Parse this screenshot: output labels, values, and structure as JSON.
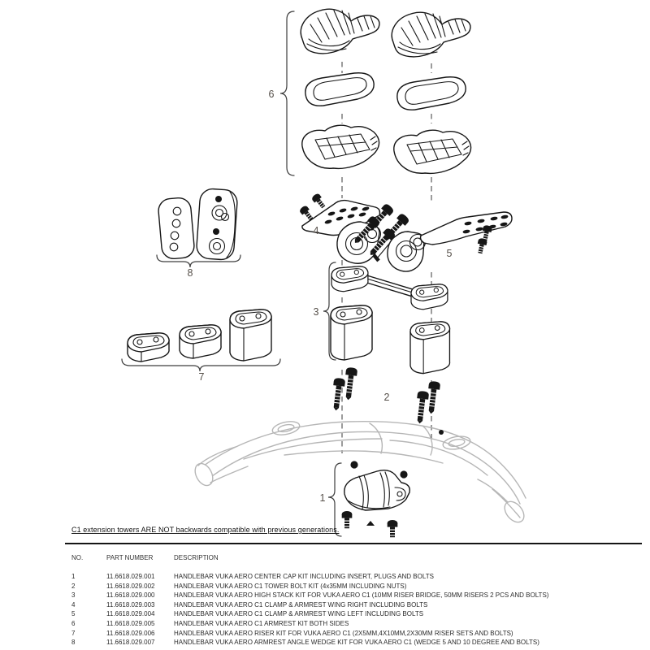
{
  "diagram": {
    "note": "C1 extension towers ARE NOT backwards compatible with previous generations.",
    "callouts": {
      "center_cap": "1",
      "tower_bolts": "2",
      "high_stack": "3",
      "clamp_wing_right": "4",
      "clamp_wing_left": "5",
      "armrest_kit": "6",
      "riser_kit": "7",
      "angle_wedge_kit": "8"
    }
  },
  "table": {
    "headers": {
      "no": "NO.",
      "part_number": "PART NUMBER",
      "description": "DESCRIPTION"
    },
    "rows": [
      {
        "no": "1",
        "part_number": "11.6618.029.001",
        "description": "HANDLEBAR VUKA AERO CENTER CAP KIT INCLUDING INSERT, PLUGS AND BOLTS"
      },
      {
        "no": "2",
        "part_number": "11.6618.029.002",
        "description": "HANDLEBAR VUKA AERO C1 TOWER BOLT KIT (4x35MM INCLUDING NUTS)"
      },
      {
        "no": "3",
        "part_number": "11.6618.029.000",
        "description": "HANDLEBAR VUKA AERO HIGH STACK KIT FOR VUKA AERO C1 (10MM RISER BRIDGE, 50MM RISERS 2 PCS AND BOLTS)"
      },
      {
        "no": "4",
        "part_number": "11.6618.029.003",
        "description": "HANDLEBAR VUKA AERO C1 CLAMP & ARMREST WING RIGHT INCLUDING BOLTS"
      },
      {
        "no": "5",
        "part_number": "11.6618.029.004",
        "description": "HANDLEBAR VUKA AERO C1 CLAMP & ARMREST WING LEFT INCLUDING BOLTS"
      },
      {
        "no": "6",
        "part_number": "11.6618.029.005",
        "description": "HANDLEBAR VUKA AERO C1 ARMREST KIT BOTH SIDES"
      },
      {
        "no": "7",
        "part_number": "11.6618.029.006",
        "description": "HANDLEBAR VUKA AERO RISER KIT FOR VUKA AERO C1 (2X5MM,4X10MM,2X30MM RISER SETS AND BOLTS)"
      },
      {
        "no": "8",
        "part_number": "11.6618.029.007",
        "description": "HANDLEBAR VUKA AERO ARMREST ANGLE WEDGE KIT FOR VUKA AERO C1 (WEDGE 5 AND 10 DEGREE AND BOLTS)"
      }
    ]
  },
  "colors": {
    "ink": "#161616",
    "ghost_handlebar": "#b6b6b6",
    "callout_label": "#56504a",
    "background": "#ffffff"
  }
}
